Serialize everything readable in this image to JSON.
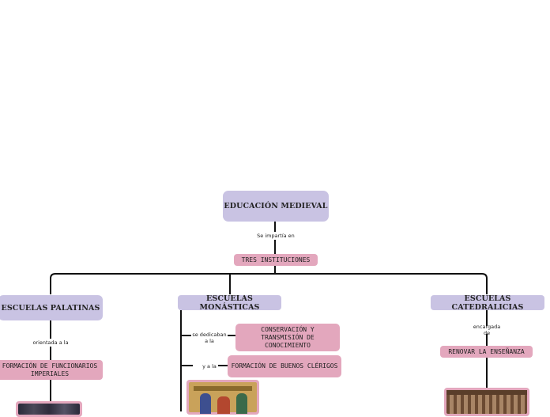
{
  "root": {
    "title": "EDUCACIÓN MEDIEVAL"
  },
  "connector_root": "Se impartía en",
  "institutions": "TRES INSTITUCIONES",
  "branches": {
    "palatinas": {
      "title": "ESCUELAS PALATINAS",
      "connector": "orientada a la",
      "detail": "FORMACIÓN DE FUNCIONARIOS IMPERIALES"
    },
    "monasticas": {
      "title": "ESCUELAS MONÁSTICAS",
      "connector_1": "se dedicaban a la",
      "detail_1": "CONSERVACIÓN Y TRANSMISIÓN DE CONOCIMIENTO",
      "connector_2": "y a la",
      "detail_2": "FORMACIÓN DE BUENOS CLÉRIGOS"
    },
    "catedralicias": {
      "title": "ESCUELAS CATEDRALICIAS",
      "connector": "encargada de",
      "detail": "RENOVAR LA ENSEÑANZA"
    }
  },
  "colors": {
    "main_node": "#c9c3e3",
    "detail_node": "#e3a7bd",
    "line": "#111111"
  }
}
